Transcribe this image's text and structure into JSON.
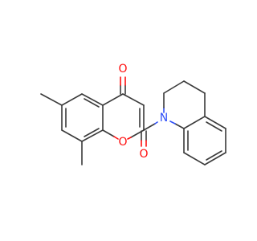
{
  "atoms": {
    "carbonyl_o_top": {
      "symbol": "O",
      "color": "#ff0d0d"
    },
    "ring_o": {
      "symbol": "O",
      "color": "#ff0d0d"
    },
    "amide_o": {
      "symbol": "O",
      "color": "#ff0d0d"
    },
    "amide_n": {
      "symbol": "N",
      "color": "#3050f8"
    }
  },
  "colors": {
    "bond": "#3a3a3a",
    "oxygen": "#ff0d0d",
    "nitrogen": "#3050f8",
    "background": "#ffffff"
  }
}
